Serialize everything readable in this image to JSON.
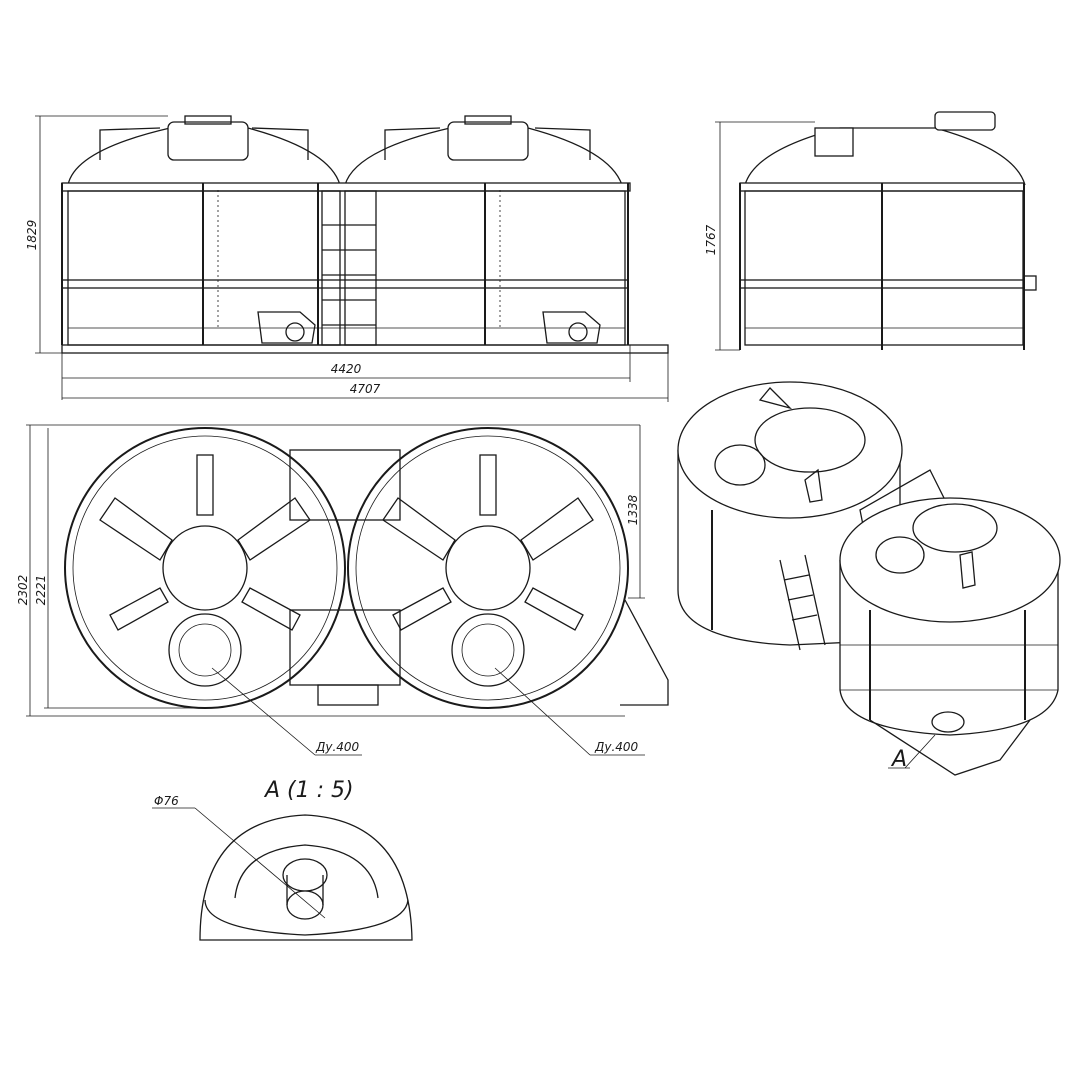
{
  "dimensions": {
    "front_height": "1829",
    "side_height": "1767",
    "inner_length": "4420",
    "total_length": "4707",
    "top_height_outer": "2302",
    "top_height_inner": "2221",
    "tank_diameter": "1338"
  },
  "callouts": {
    "hatch_left": "Ду.400",
    "hatch_right": "Ду.400",
    "detail_marker": "A",
    "detail_title": "A (1 : 5)",
    "pipe_diameter": "Φ76"
  }
}
